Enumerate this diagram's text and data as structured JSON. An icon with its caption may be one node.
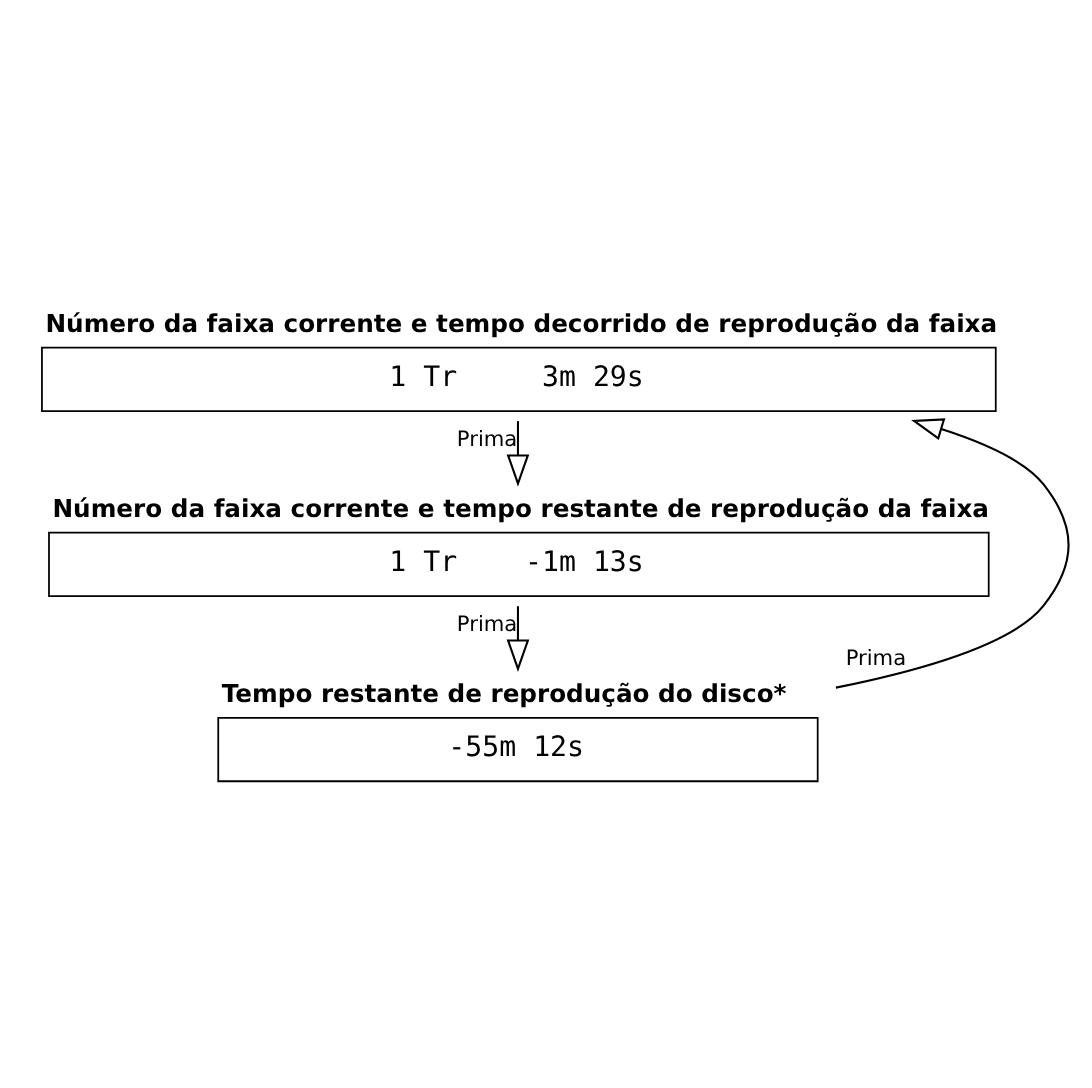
{
  "diagram": {
    "nodes": [
      {
        "text": [
          "Número da faixa corrente e tempo decorrido de reprodução da faixa",
          "1 Tr     3m 29s"
        ]
      },
      {
        "text": [
          "Número da faixa corrente e tempo restante de reprodução da faixa",
          "1 Tr    -1m 13s"
        ]
      },
      {
        "text": [
          "Tempo restante de reprodução do disco*",
          "-55m 12s"
        ]
      }
    ],
    "edges": [
      {
        "from": 0,
        "to": 1,
        "arrow": "to",
        "label": "Prima"
      },
      {
        "from": 1,
        "to": 2,
        "arrow": "to",
        "label": "Prima"
      },
      {
        "from": 2,
        "to": 0,
        "arrow": "to",
        "label": "Prima"
      }
    ]
  }
}
